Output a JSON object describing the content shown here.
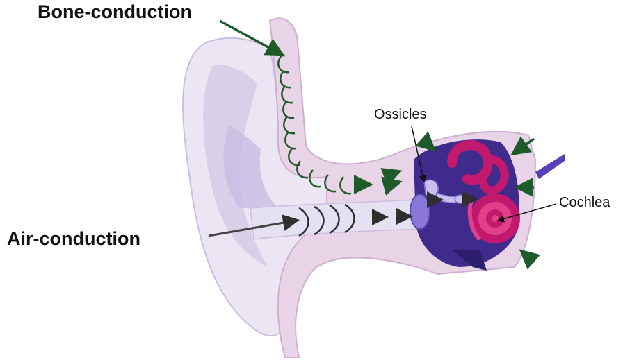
{
  "labels": {
    "bone_conduction": "Bone-conduction",
    "air_conduction": "Air-conduction",
    "ossicles": "Ossicles",
    "cochlea": "Cochlea"
  },
  "colors": {
    "outer_ear": "#ece6f4",
    "outer_ear_fold": "#d7cce8",
    "skin_tissue": "#e9d3e6",
    "canal": "#e6e0f3",
    "middle_ear": "#3f2b8c",
    "middle_ear_dark": "#2d1f6e",
    "cochlea": "#c2186d",
    "cochlea_light": "#e23f8a",
    "ossicles": "#c9bff0",
    "bone_arrows": "#1f5a2a",
    "air_arrows": "#3a3a3a"
  }
}
